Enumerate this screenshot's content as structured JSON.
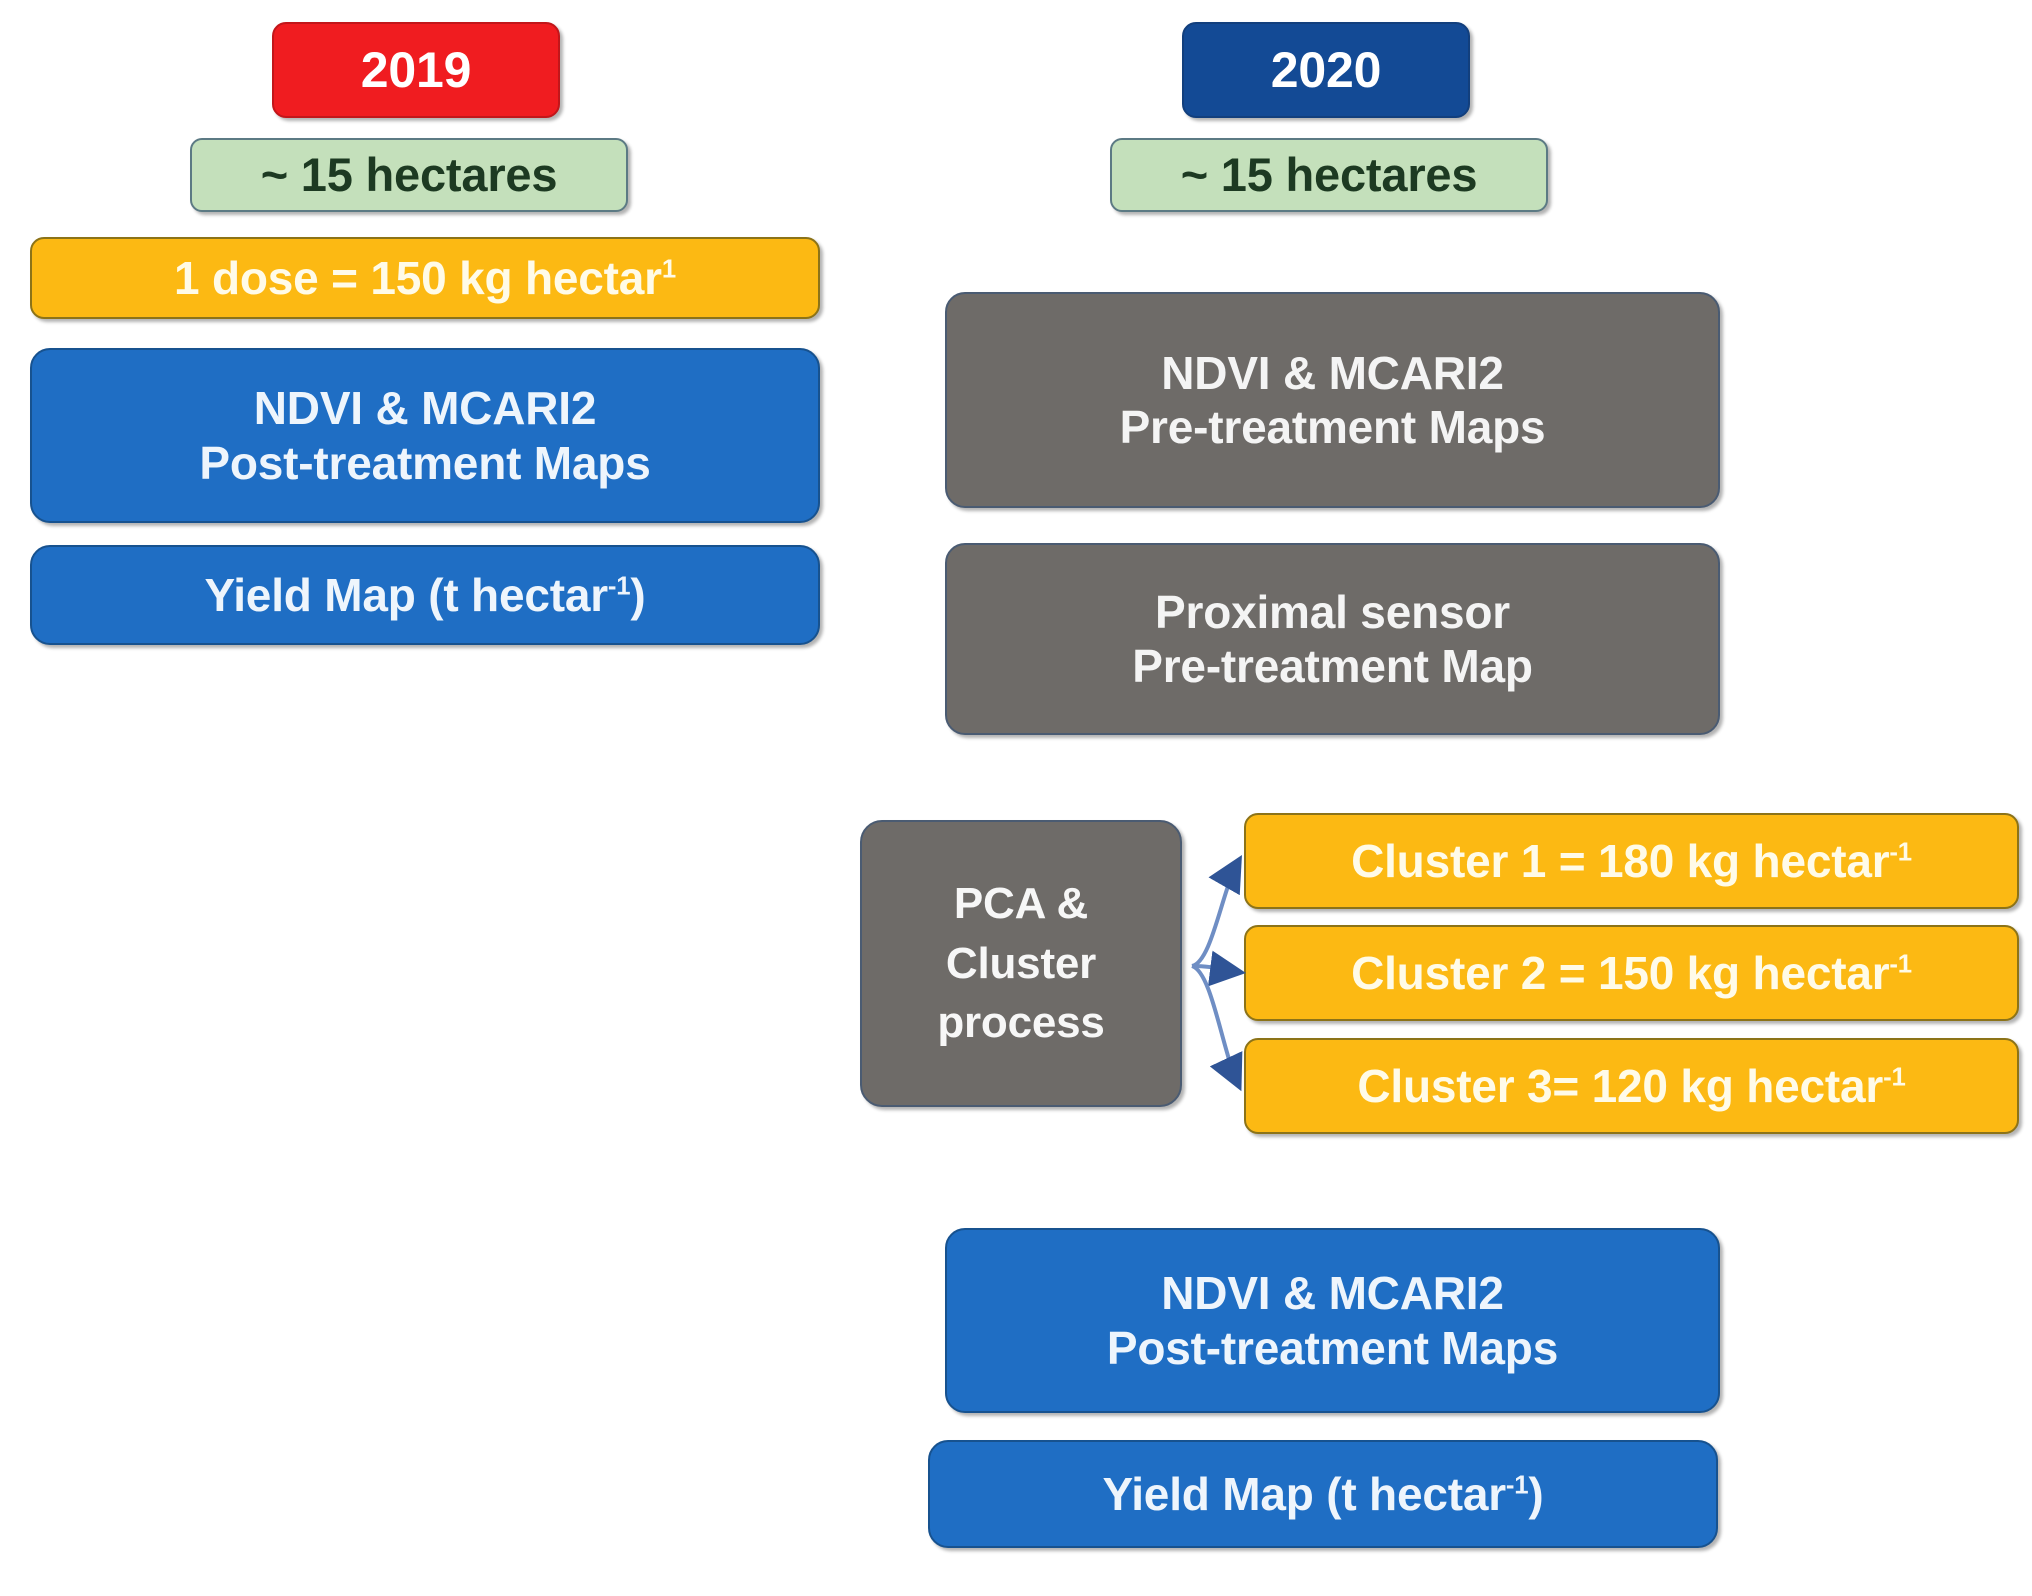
{
  "columns": [
    {
      "id": "col-2019",
      "year_label": "2019",
      "area_label": "~ 15 hectares",
      "nodes": [
        {
          "id": "dose-2019",
          "text": "1 dose = 150 kg hectar",
          "sup": "1",
          "kind": "yellow"
        },
        {
          "id": "ndvi-post-2019",
          "line1": "NDVI & MCARI2",
          "line2": "Post-treatment Maps",
          "kind": "blue"
        },
        {
          "id": "yield-2019",
          "text_before": "Yield Map (t hectar",
          "sup": "-1",
          "text_after": ")",
          "kind": "blue"
        }
      ]
    },
    {
      "id": "col-2020",
      "year_label": "2020",
      "area_label": "~ 15 hectares",
      "nodes": [
        {
          "id": "ndvi-pre-2020",
          "line1": "NDVI & MCARI2",
          "line2": "Pre-treatment Maps",
          "kind": "gray"
        },
        {
          "id": "proximal-pre-2020",
          "line1": "Proximal sensor",
          "line2": "Pre-treatment Map",
          "kind": "gray"
        },
        {
          "id": "pca-cluster-process",
          "line1": "PCA &",
          "line2": "Cluster",
          "line3": "process",
          "kind": "gray"
        },
        {
          "id": "cluster-1",
          "text": "Cluster 1 = 180 kg hectar",
          "sup": "-1",
          "kind": "yellow"
        },
        {
          "id": "cluster-2",
          "text": "Cluster 2 = 150 kg hectar",
          "sup": "-1",
          "kind": "yellow"
        },
        {
          "id": "cluster-3",
          "text": "Cluster 3= 120 kg hectar",
          "sup": "-1",
          "kind": "yellow"
        },
        {
          "id": "ndvi-post-2020",
          "line1": "NDVI & MCARI2",
          "line2": "Post-treatment Maps",
          "kind": "blue"
        },
        {
          "id": "yield-2020",
          "text_before": "Yield Map (t hectar",
          "sup": "-1",
          "text_after": ")",
          "kind": "blue"
        }
      ]
    }
  ],
  "colors": {
    "red_2019": "#f01c20",
    "blue_2020": "#134a95",
    "green_hectares": "#c4e0bb",
    "yellow_dose": "#fcb913",
    "blue_map": "#1f6ec4",
    "gray_map": "#6e6b68",
    "arrow": "#2f5496"
  }
}
